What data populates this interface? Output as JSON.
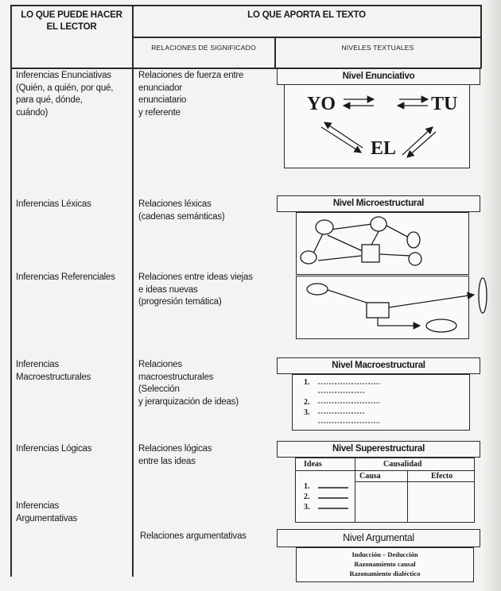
{
  "header": {
    "col1": [
      "LO QUE PUEDE HACER",
      "EL LECTOR"
    ],
    "col2": "LO QUE APORTA EL TEXTO",
    "sub_relaciones": "RELACIONES DE SIGNIFICADO",
    "sub_niveles": "NIVELES TEXTUALES"
  },
  "lector": [
    [
      "Inferencias Enunciativas",
      "(Quién, a quién, por qué,",
      "para qué, dónde,",
      "cuándo)"
    ],
    [
      "Inferencias Léxicas"
    ],
    [
      "Inferencias Referenciales"
    ],
    [
      "Inferencias",
      "Macroestructurales"
    ],
    [
      "Inferencias Lógicas"
    ],
    [
      "Inferencias",
      "Argumentativas"
    ]
  ],
  "relaciones": [
    [
      "Relaciones de fuerza entre",
      "enunciador",
      "enunciatario",
      "y referente"
    ],
    [
      "Relaciones léxicas",
      "(cadenas semánticas)"
    ],
    [
      "Relaciones entre ideas viejas",
      "e ideas nuevas",
      "(progresión temática)"
    ],
    [
      "Relaciones",
      "macroestructurales",
      "(Selección",
      "y jerarquización de ideas)"
    ],
    [
      "Relaciones lógicas",
      "entre las ideas"
    ],
    [
      "Relaciones argumentativas"
    ]
  ],
  "niveles": {
    "enunciativo": {
      "title": "Nivel Enunciativo",
      "yo": "YO",
      "tu": "TU",
      "el": "EL"
    },
    "microestructural": {
      "title": "Nivel Microestructural"
    },
    "macroestructural": {
      "title": "Nivel Macroestructural",
      "items": [
        "1.",
        "2.",
        "3."
      ]
    },
    "superestructural": {
      "title": "Nivel Superestructural",
      "col_ideas": "Ideas",
      "col_causalidad": "Causalidad",
      "col_causa": "Causa",
      "col_efecto": "Efecto",
      "items": [
        "1.",
        "2.",
        "3."
      ]
    },
    "argumental": {
      "title": "Nivel Argumental",
      "lines": [
        "Inducción – Deducción",
        "Razonamiento causal",
        "Razonamiento dialéctico"
      ]
    }
  }
}
